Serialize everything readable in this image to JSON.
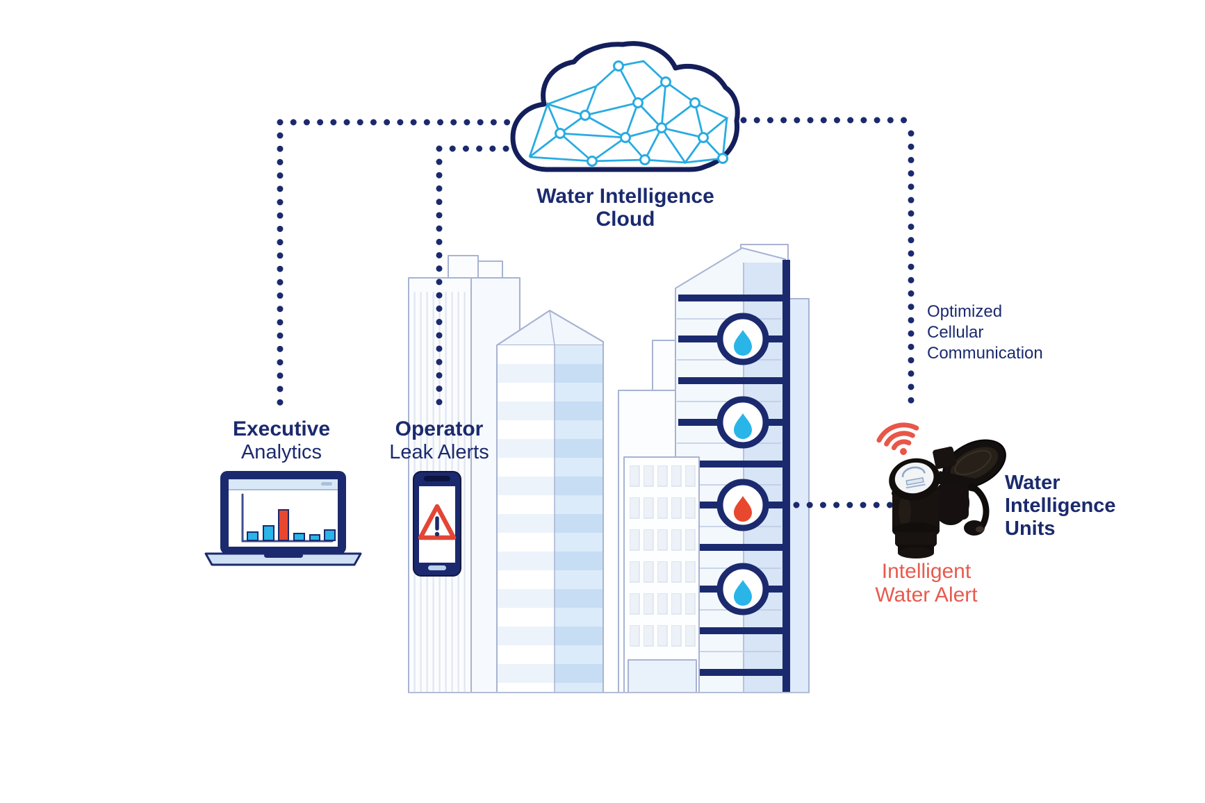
{
  "cloud": {
    "label": "Water Intelligence\nCloud"
  },
  "executive": {
    "title": "Executive",
    "subtitle": "Analytics"
  },
  "operator": {
    "title": "Operator",
    "subtitle": "Leak Alerts"
  },
  "cellular": {
    "label": "Optimized\nCellular\nCommunication"
  },
  "units": {
    "label": "Water\nIntelligence\nUnits"
  },
  "alert": {
    "label": "Intelligent\nWater Alert"
  },
  "meters": {
    "statuses": [
      "normal",
      "normal",
      "alert",
      "normal"
    ]
  },
  "colors": {
    "navy": "#1b2a6e",
    "cloud_outline": "#141e5a",
    "mesh_cyan": "#29abe2",
    "droplet_blue": "#29b5e8",
    "alert_red": "#e8482f",
    "warning_red": "#e34636",
    "coral_red": "#e85a4e",
    "wifi_red": "#e8564a",
    "building_outline": "#a8b3d2"
  },
  "icons": {
    "cloud": "network-cloud-icon",
    "laptop": "laptop-analytics-icon",
    "phone": "phone-alert-icon",
    "warning": "warning-triangle-icon",
    "wifi": "wifi-signal-icon",
    "droplet": "water-droplet-icon",
    "meter": "water-meter-device"
  }
}
